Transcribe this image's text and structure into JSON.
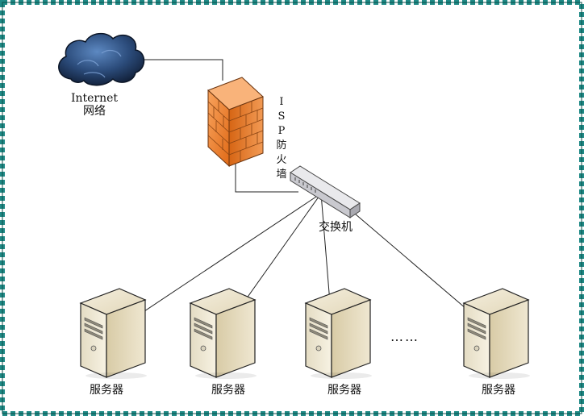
{
  "diagram": {
    "colors": {
      "border_teal": "#1f8a86",
      "border_dark": "#0d4e4a",
      "line": "#222222",
      "firewall_orange": "#e8731f",
      "firewall_light": "#f6a15e",
      "cloud_dark": "#1b2d4a",
      "cloud_light": "#3f6aa4",
      "server_face": "#efe7d2",
      "server_side": "#cbbd97"
    },
    "internet": {
      "label_line1": "Internet",
      "label_line2": "网络",
      "icon": "cloud-icon"
    },
    "firewall": {
      "label_chars": [
        "I",
        "S",
        "P",
        "防",
        "火",
        "墙"
      ],
      "icon": "brick-firewall-icon"
    },
    "switch": {
      "label": "交换机",
      "icon": "network-switch-icon"
    },
    "servers": [
      {
        "label": "服务器"
      },
      {
        "label": "服务器"
      },
      {
        "label": "服务器"
      },
      {
        "label": "服务器"
      }
    ],
    "ellipsis": "……"
  }
}
